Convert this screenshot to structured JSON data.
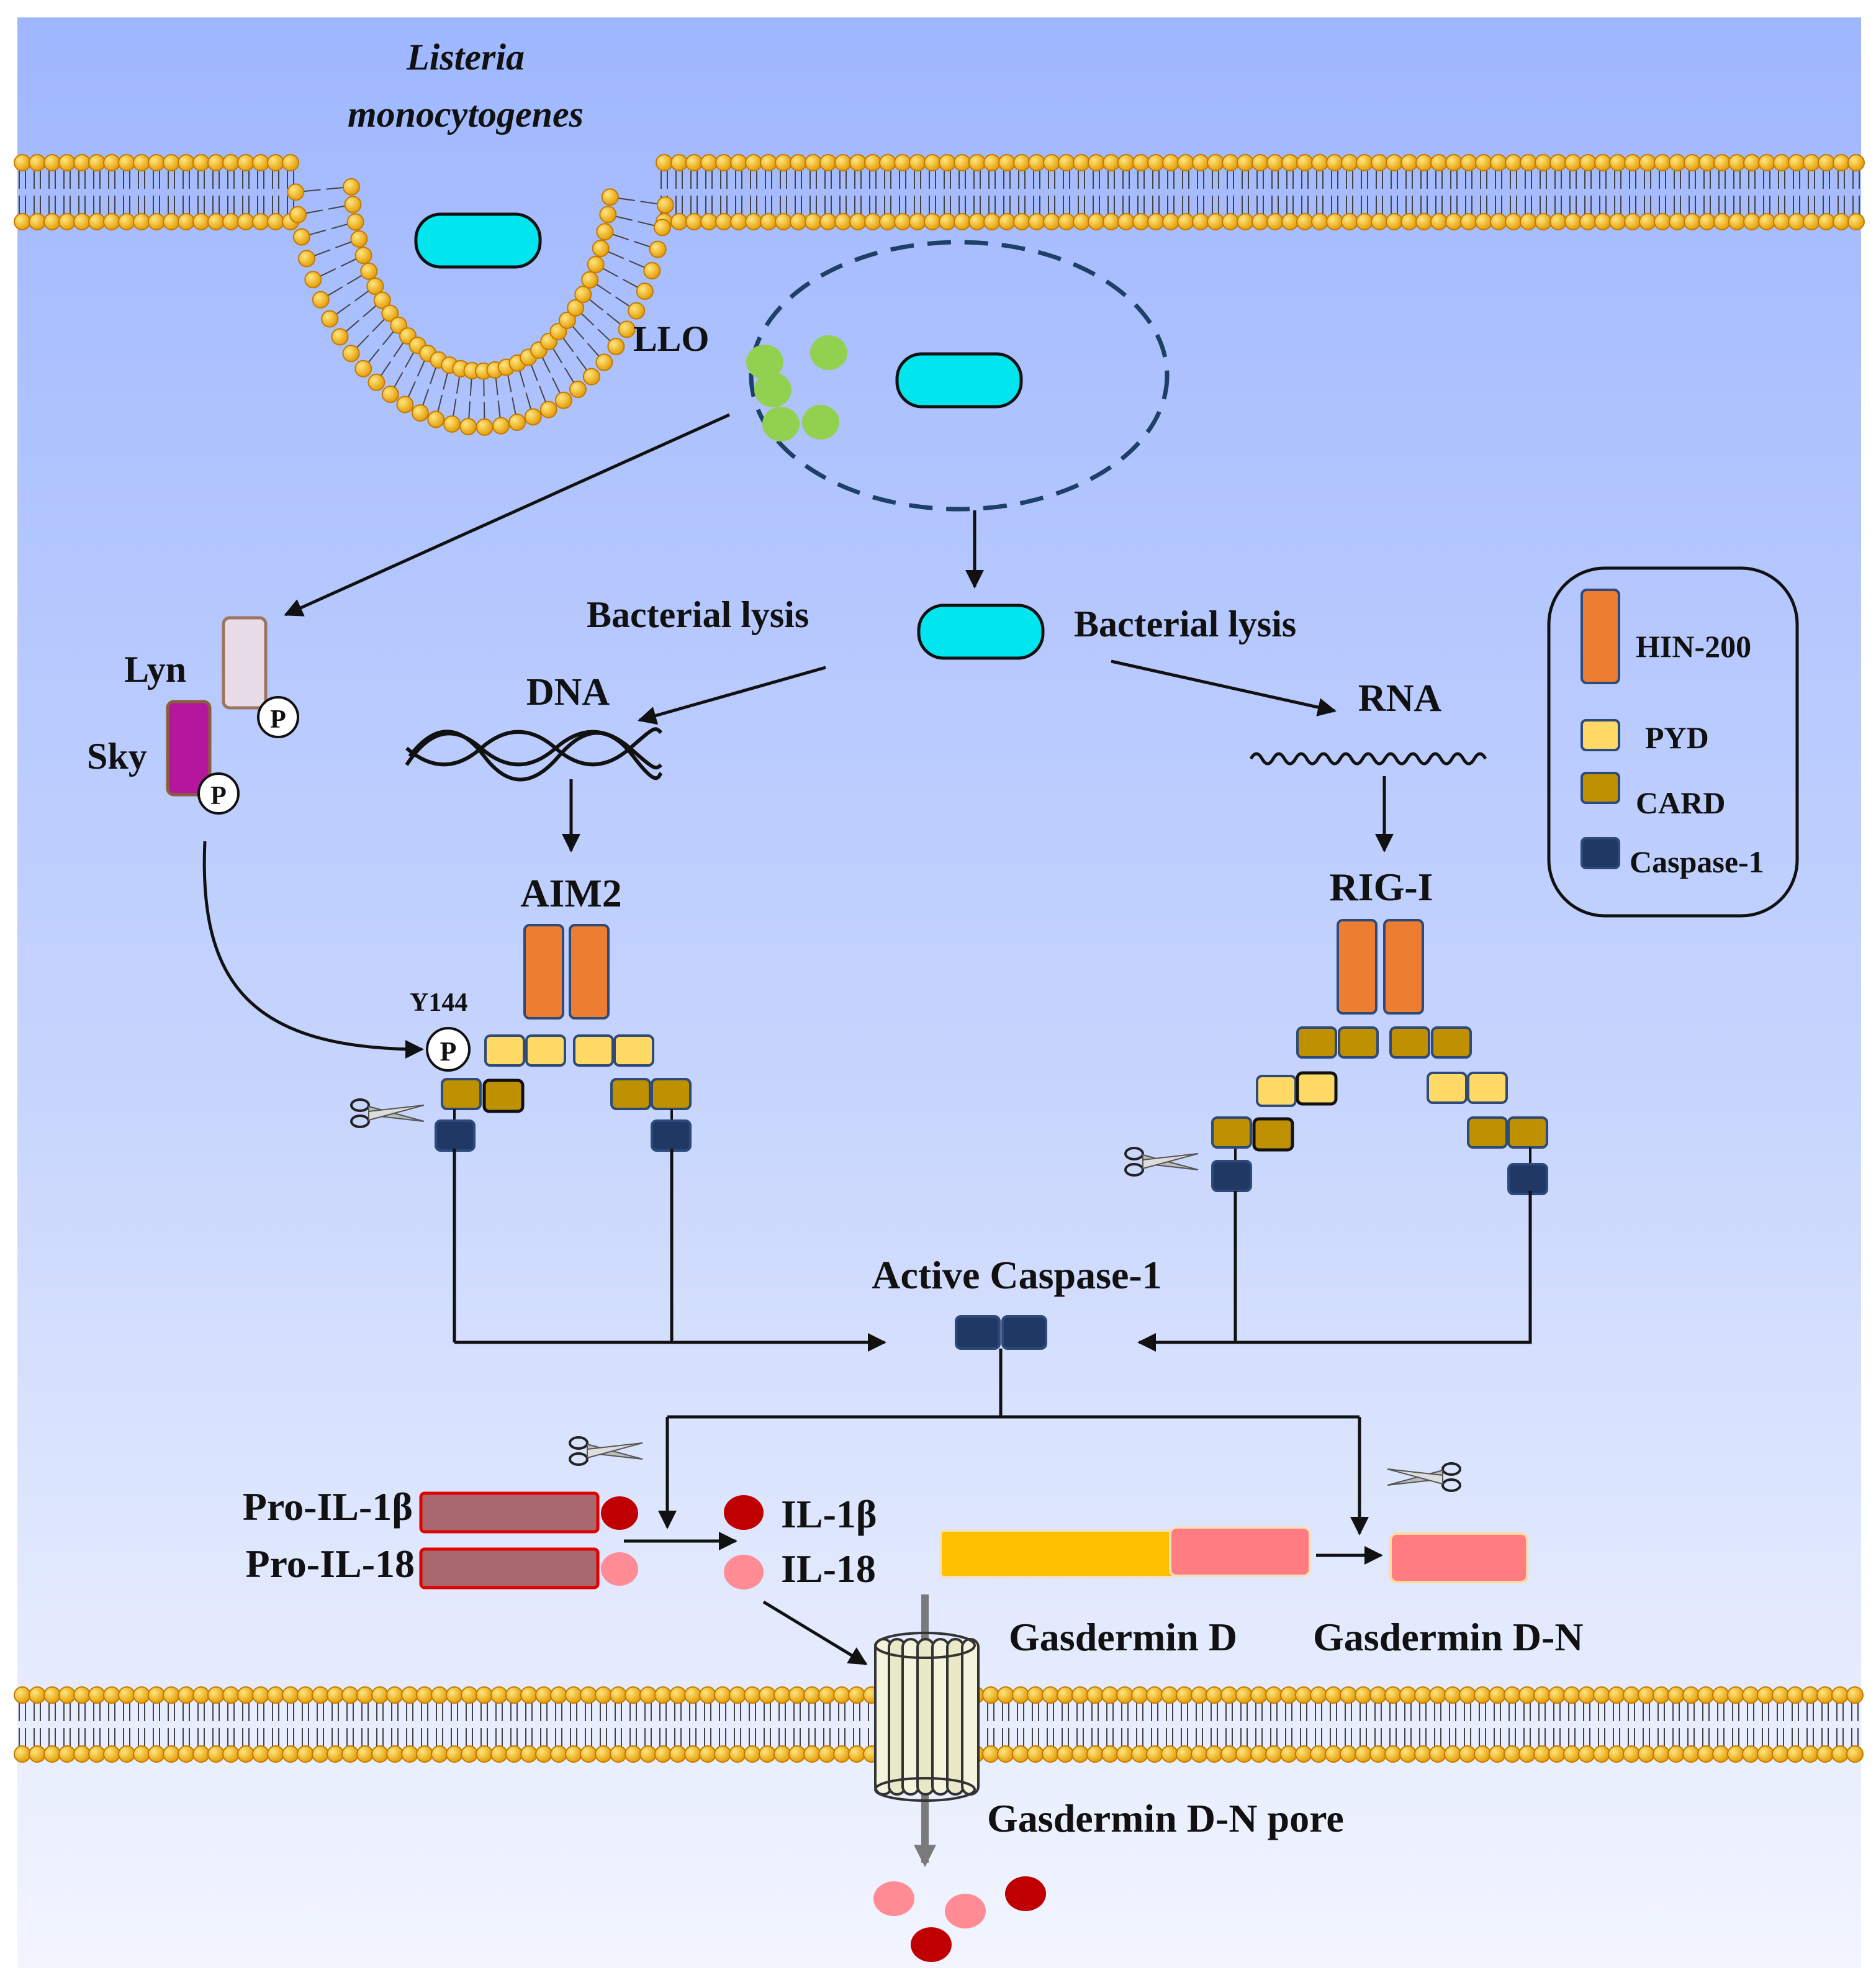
{
  "labels": {
    "bacterium_line1": "Listeria",
    "bacterium_line2": "monocytogenes",
    "llo": "LLO",
    "lysis_left": "Bacterial lysis",
    "lysis_right": "Bacterial lysis",
    "dna": "DNA",
    "rna": "RNA",
    "aim2": "AIM2",
    "rig1": "RIG-I",
    "lyn": "Lyn",
    "sky": "Sky",
    "y144": "Y144",
    "phospho": "P",
    "active_caspase": "Active Caspase-1",
    "pro_il1b": "Pro-IL-1β",
    "pro_il18": "Pro-IL-18",
    "il1b": "IL-1β",
    "il18": "IL-18",
    "gsdmd": "Gasdermin D",
    "gsdmd_n": "Gasdermin D-N",
    "pore": "Gasdermin D-N pore"
  },
  "legend": {
    "items": [
      {
        "label": "HIN-200",
        "color": "#ed7d31"
      },
      {
        "label": "PYD",
        "color": "#ffd966"
      },
      {
        "label": "CARD",
        "color": "#bf9000"
      },
      {
        "label": "Caspase-1",
        "color": "#1f3864"
      }
    ]
  },
  "colors": {
    "bacterium": "#00e5ee",
    "llo_granule": "#92d050",
    "lyn": "#e8dce8",
    "sky": "#b4169e",
    "pro_domain": "#a9686e",
    "il1b": "#c00000",
    "il18": "#ff8c94",
    "gsdmd_c": "#ffc000",
    "gsdmd_n": "#ff7c80",
    "membrane_head": "#f5b800"
  }
}
